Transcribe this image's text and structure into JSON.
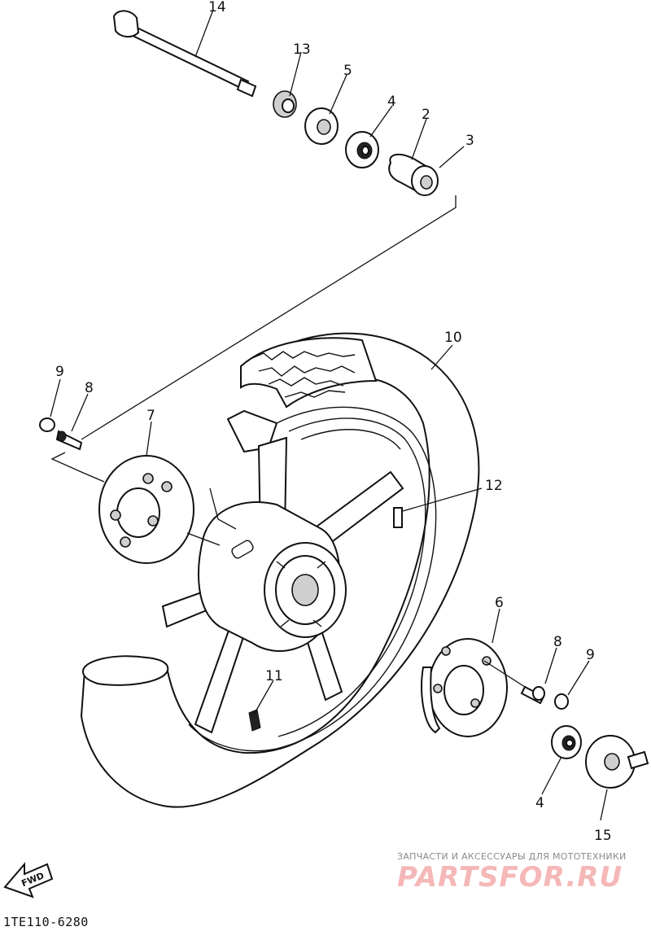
{
  "callouts": {
    "c14": "14",
    "c13": "13",
    "c5": "5",
    "c4a": "4",
    "c2": "2",
    "c3": "3",
    "c10": "10",
    "c9a": "9",
    "c8a": "8",
    "c7": "7",
    "c12": "12",
    "c6": "6",
    "c8b": "8",
    "c9b": "9",
    "c11": "11",
    "c4b": "4",
    "c15": "15"
  },
  "fwd_label": "FWD",
  "diagram_code": "1TE110-6280",
  "watermark": {
    "subtitle": "ЗАПЧАСТИ И АКСЕССУАРЫ ДЛЯ МОТОТЕХНИКИ",
    "logo": "PARTSFOR.RU"
  }
}
